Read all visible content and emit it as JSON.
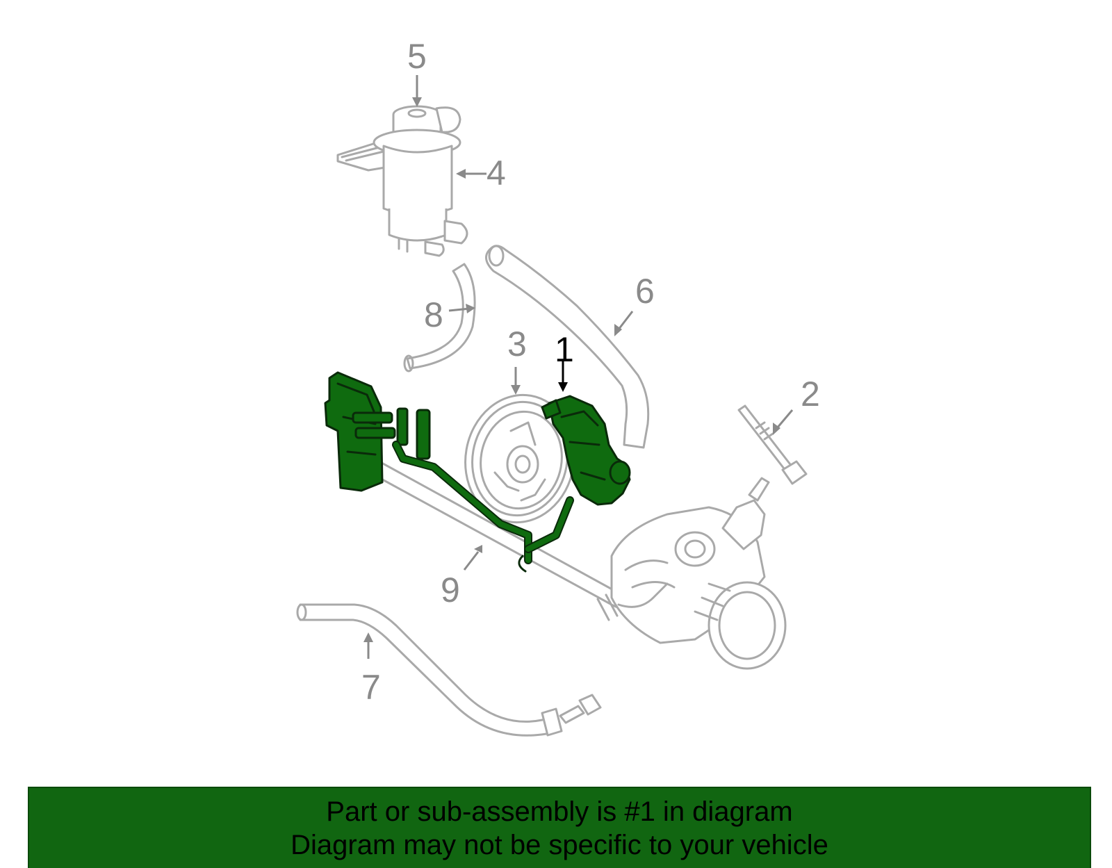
{
  "colors": {
    "banner_background": "#116611",
    "highlight_part": "#0f6b0f",
    "line_art": "#a9a9a9",
    "callout_text": "#8a8a8a"
  },
  "callouts": {
    "c1": "1",
    "c2": "2",
    "c3": "3",
    "c4": "4",
    "c5": "5",
    "c6": "6",
    "c7": "7",
    "c8": "8",
    "c9": "9"
  },
  "banner": {
    "line1": "Part or sub-assembly is #1 in diagram",
    "line2": "Diagram may not be specific to your vehicle"
  }
}
